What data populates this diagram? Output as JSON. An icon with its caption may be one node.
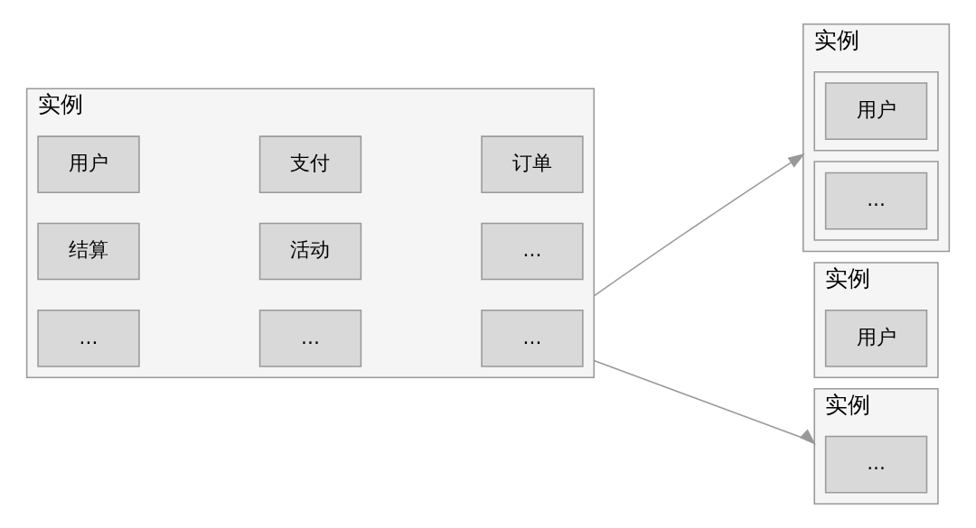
{
  "diagram": {
    "nodes": [
      {
        "text": [
          "实例"
        ]
      },
      {
        "text": [
          "用户"
        ],
        "in": 0
      },
      {
        "text": [
          "支付"
        ],
        "in": 0
      },
      {
        "text": [
          "订单"
        ],
        "in": 0
      },
      {
        "text": [
          "结算"
        ],
        "in": 0
      },
      {
        "text": [
          "活动"
        ],
        "in": 0
      },
      {
        "text": [
          "..."
        ],
        "in": 0
      },
      {
        "text": [
          "..."
        ],
        "in": 0
      },
      {
        "text": [
          "..."
        ],
        "in": 0
      },
      {
        "text": [
          "..."
        ],
        "in": 0
      },
      {
        "text": [
          "实例"
        ]
      },
      {
        "text": [],
        "shape": "box",
        "in": 10
      },
      {
        "text": [
          "用户"
        ],
        "in": 11
      },
      {
        "text": [],
        "shape": "box",
        "in": 10
      },
      {
        "text": [
          "..."
        ],
        "in": 13
      },
      {
        "text": [
          "实例"
        ]
      },
      {
        "text": [
          "用户"
        ],
        "in": 15
      },
      {
        "text": [
          "实例"
        ]
      },
      {
        "text": [
          "..."
        ],
        "in": 17
      }
    ],
    "edges": [
      {
        "from": 0,
        "to": 10,
        "arrow": "to"
      },
      {
        "from": 0,
        "to": 17,
        "arrow": "to"
      }
    ]
  }
}
